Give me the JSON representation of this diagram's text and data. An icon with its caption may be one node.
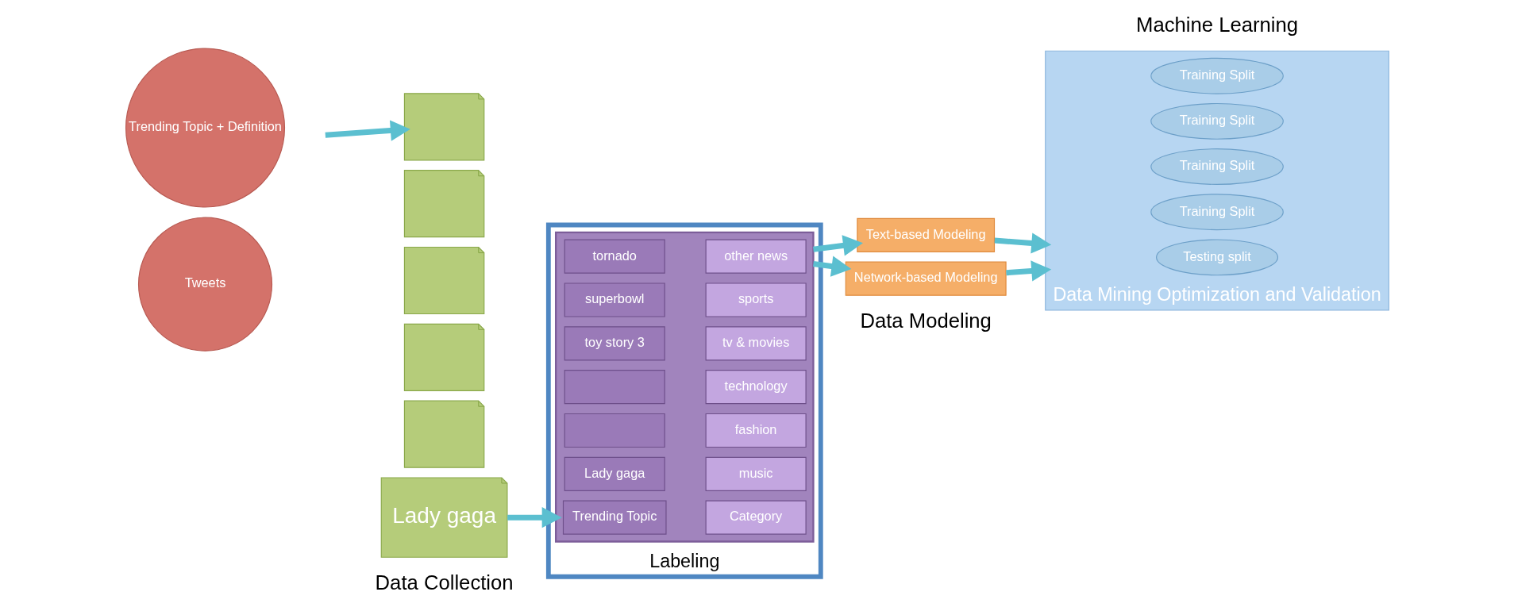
{
  "diagram": {
    "nodes": [
      {
        "text": [
          "Trending Topic + Definition"
        ]
      },
      {
        "text": [
          "Tweets"
        ]
      },
      {
        "text": [],
        "shape": "box"
      },
      {
        "text": [],
        "shape": "box"
      },
      {
        "text": [],
        "shape": "box"
      },
      {
        "text": [],
        "shape": "box"
      },
      {
        "text": [],
        "shape": "box"
      },
      {
        "text": [
          "Lady gaga"
        ],
        "beside": [
          "Data Collection"
        ]
      },
      {
        "text": [
          "Labeling"
        ]
      },
      {
        "text": [],
        "shape": "box",
        "in": 8
      },
      {
        "text": [
          "Trending Topic"
        ],
        "in": 9
      },
      {
        "text": [
          "Category"
        ],
        "in": 9
      },
      {
        "text": [
          "Lady gaga"
        ],
        "in": 9
      },
      {
        "text": [
          "music"
        ],
        "in": 9
      },
      {
        "text": [],
        "shape": "box",
        "in": 9
      },
      {
        "text": [
          "fashion"
        ],
        "in": 9
      },
      {
        "text": [],
        "shape": "box",
        "in": 9
      },
      {
        "text": [
          "technology"
        ],
        "in": 9
      },
      {
        "text": [
          "toy story 3"
        ],
        "in": 9
      },
      {
        "text": [
          "tv & movies"
        ],
        "in": 9
      },
      {
        "text": [
          "superbowl"
        ],
        "in": 9
      },
      {
        "text": [
          "sports"
        ],
        "in": 9
      },
      {
        "text": [
          "tornado"
        ],
        "in": 9
      },
      {
        "text": [
          "other news"
        ],
        "in": 9
      },
      {
        "text": [
          "Text-based Modeling"
        ]
      },
      {
        "text": [
          "Network-based Modeling"
        ]
      },
      {
        "text": [
          "Data Mining Optimization and Validation"
        ],
        "beside": [
          "Machine Learning"
        ]
      },
      {
        "text": [
          "Testing split"
        ],
        "in": 26
      },
      {
        "text": [
          "Training Split"
        ],
        "in": 26
      },
      {
        "text": [
          "Training Split"
        ],
        "in": 26
      },
      {
        "text": [
          "Training Split"
        ],
        "in": 26
      },
      {
        "text": [
          "Training Split"
        ],
        "in": 26
      }
    ],
    "edges": [
      {
        "from": null,
        "to": 2,
        "arrow": "to"
      },
      {
        "from": 7,
        "to": 9,
        "arrow": "to"
      },
      {
        "from": 9,
        "to": 24,
        "arrow": "to"
      },
      {
        "from": 9,
        "to": 25,
        "arrow": "to"
      },
      {
        "from": 24,
        "to": 26,
        "arrow": "to"
      },
      {
        "from": 25,
        "to": 26,
        "arrow": "to"
      }
    ],
    "labels": [
      "Data Modeling"
    ]
  }
}
